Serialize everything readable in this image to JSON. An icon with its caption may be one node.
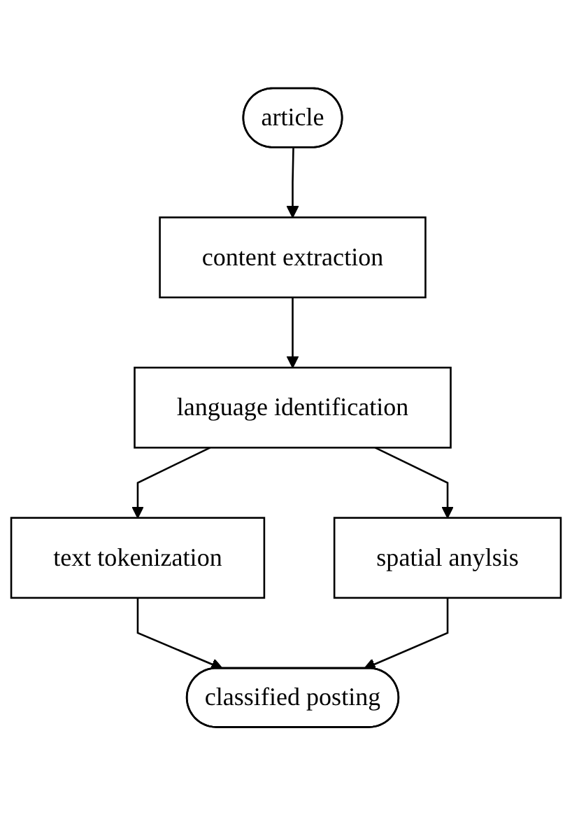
{
  "diagram": {
    "nodes": [
      {
        "text": [
          "article"
        ]
      },
      {
        "text": [
          "content extraction"
        ]
      },
      {
        "text": [
          "language identification"
        ]
      },
      {
        "text": [
          "text tokenization"
        ]
      },
      {
        "text": [
          "spatial anylsis"
        ]
      },
      {
        "text": [
          "classified posting"
        ]
      }
    ],
    "edges": [
      {
        "from": 0,
        "to": 1,
        "arrow": "to"
      },
      {
        "from": 1,
        "to": 2,
        "arrow": "to"
      },
      {
        "from": 2,
        "to": 3,
        "arrow": "to"
      },
      {
        "from": 2,
        "to": 4,
        "arrow": "to"
      },
      {
        "from": 3,
        "to": 5,
        "arrow": "to"
      },
      {
        "from": 4,
        "to": 5,
        "arrow": "to"
      }
    ]
  }
}
